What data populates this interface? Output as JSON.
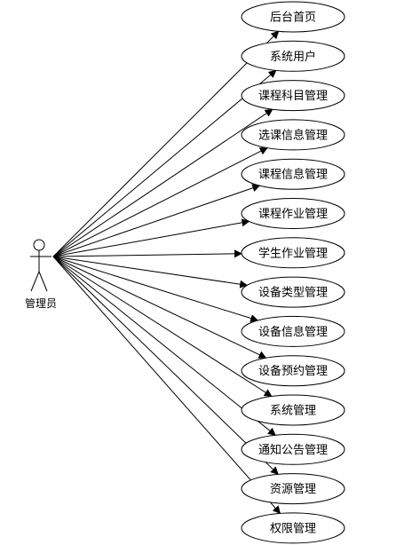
{
  "actor": {
    "label": "管理员"
  },
  "use_cases": [
    {
      "label": "后台首页"
    },
    {
      "label": "系统用户"
    },
    {
      "label": "课程科目管理"
    },
    {
      "label": "选课信息管理"
    },
    {
      "label": "课程信息管理"
    },
    {
      "label": "课程作业管理"
    },
    {
      "label": "学生作业管理"
    },
    {
      "label": "设备类型管理"
    },
    {
      "label": "设备信息管理"
    },
    {
      "label": "设备预约管理"
    },
    {
      "label": "系统管理"
    },
    {
      "label": "通知公告管理"
    },
    {
      "label": "资源管理"
    },
    {
      "label": "权限管理"
    }
  ]
}
